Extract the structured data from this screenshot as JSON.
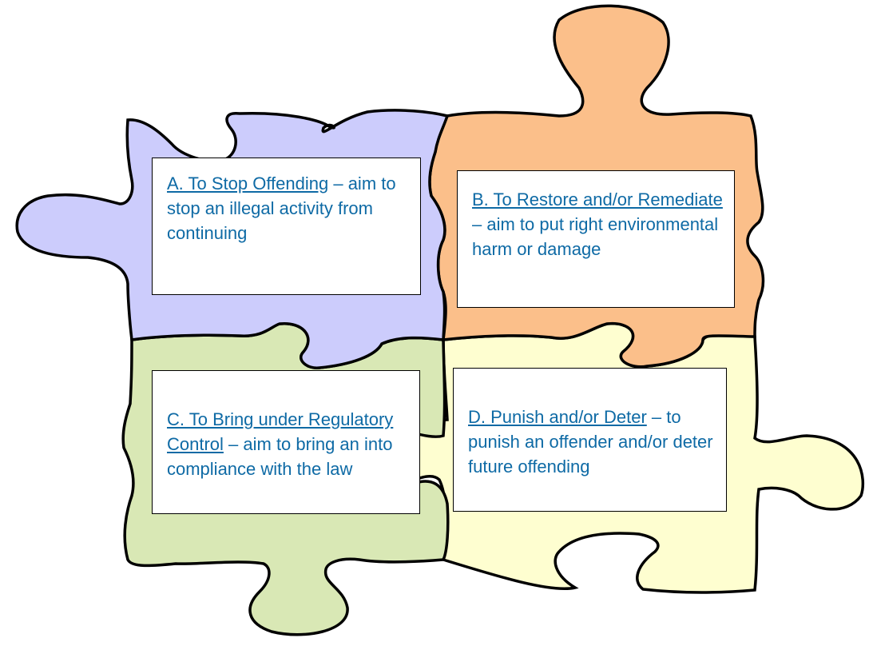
{
  "colors": {
    "piece_a": "#ccccfc",
    "piece_b": "#fbbf8a",
    "piece_c": "#d9e8b5",
    "piece_d": "#fefed0",
    "outline": "#000000",
    "text": "#0e6aa5"
  },
  "cards": {
    "a": {
      "title": "A. To Stop Offending",
      "body": " – aim to stop an illegal activity from continuing"
    },
    "b": {
      "title": "B. To Restore and/or Remediate",
      "body": " – aim to put right environmental harm or damage"
    },
    "c": {
      "title": "C. To Bring under Regulatory Control",
      "body": " – aim to bring an into compliance with the law"
    },
    "d": {
      "title": "D. Punish and/or Deter",
      "body": " – to punish an offender and/or deter future offending"
    }
  }
}
